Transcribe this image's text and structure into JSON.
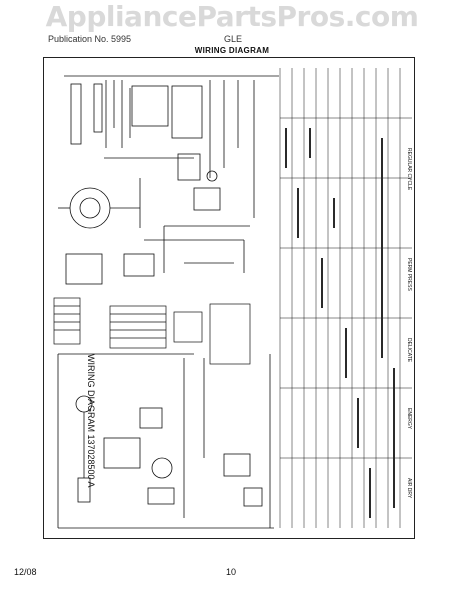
{
  "watermark": "AppliancePartsPros.com",
  "header": {
    "left_text": "Publication No. 5995",
    "right_text": "GLE"
  },
  "title": "WIRING DIAGRAM",
  "footer": {
    "date": "12/08",
    "page": "10"
  },
  "diagram": {
    "timer_chart_labels": [
      "REGULAR CYCLE",
      "PERM PRESS",
      "DELICATE",
      "ENERGY",
      "AIR DRY"
    ],
    "rotated_caption": "WIRING DIAGRAM 137028500 A"
  },
  "colors": {
    "ink": "#111111",
    "watermark": "#8a8a8a",
    "chart_bar": "#2a2a2a"
  }
}
